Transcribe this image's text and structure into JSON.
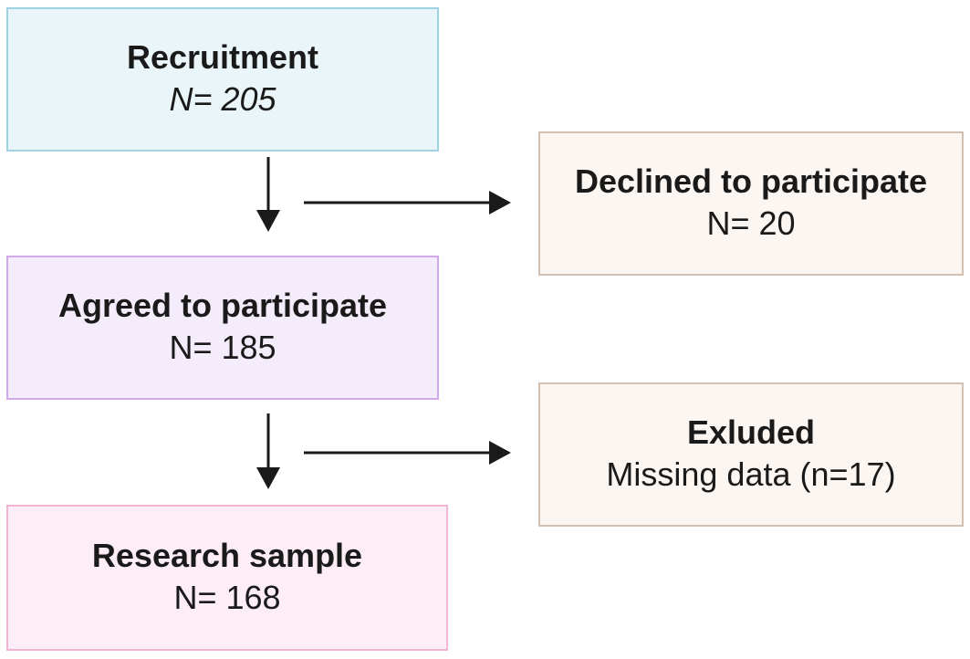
{
  "recruitment": {
    "title": "Recruitment",
    "count": "N= 205"
  },
  "agreed": {
    "title": "Agreed to participate",
    "count": "N= 185"
  },
  "sample": {
    "title": "Research sample",
    "count": "N= 168"
  },
  "declined": {
    "title": "Declined to participate",
    "count": "N= 20"
  },
  "excluded": {
    "title": "Exluded",
    "count": "Missing data (n=17)"
  },
  "colors": {
    "recruitment_border": "#9fd3e3",
    "agreed_border": "#cfa9e8",
    "sample_border": "#f0b5d5",
    "side_border": "#d2c0b2",
    "arrow": "#1a1a1a"
  }
}
